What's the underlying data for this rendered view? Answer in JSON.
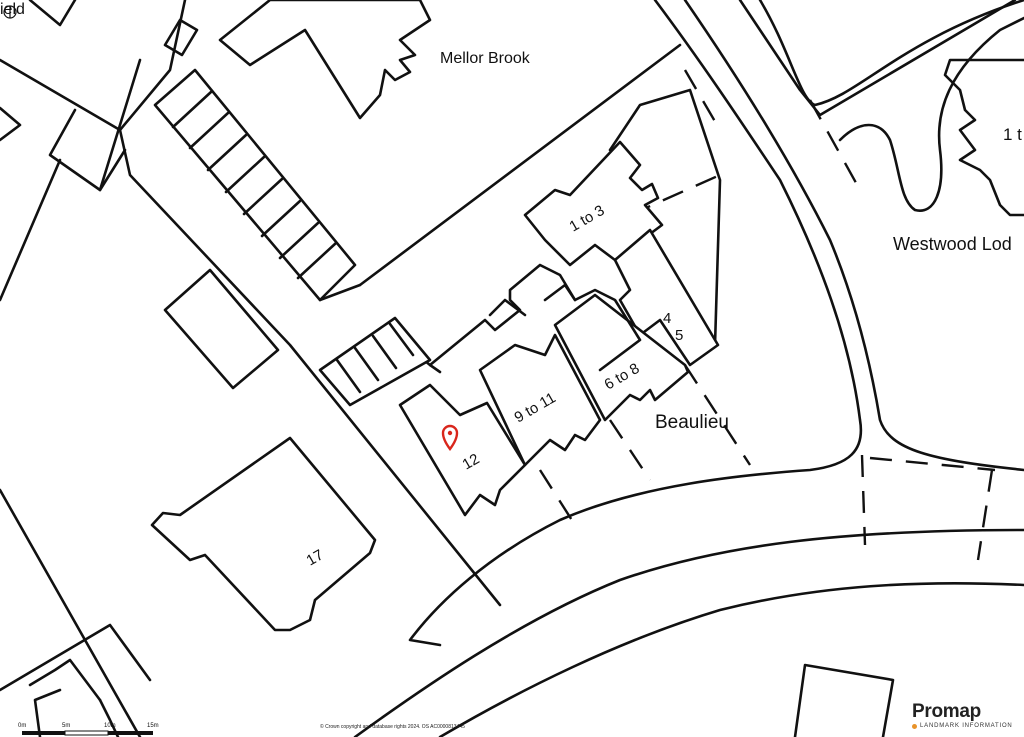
{
  "map": {
    "labels": {
      "top_left_fragment": "ield",
      "mellor_brook": "Mellor Brook",
      "westwood": "Westwood Lod",
      "right_edge_fragment": "1 t",
      "beaulieu": "Beaulieu",
      "unit_1_to_3": "1 to 3",
      "unit_4": "4",
      "unit_5": "5",
      "unit_6_to_8": "6 to 8",
      "unit_9_to_11": "9 to 11",
      "unit_12": "12",
      "unit_17": "17"
    },
    "marker_color": "#d9261c"
  },
  "scale_bar": {
    "labels": [
      "0m",
      "5m",
      "10m",
      "15m"
    ]
  },
  "copyright": "© Crown copyright and database rights 2024. OS AC0000813445",
  "brand": {
    "name": "Promap",
    "tagline": "LANDMARK INFORMATION",
    "accent": "#e8932a"
  }
}
